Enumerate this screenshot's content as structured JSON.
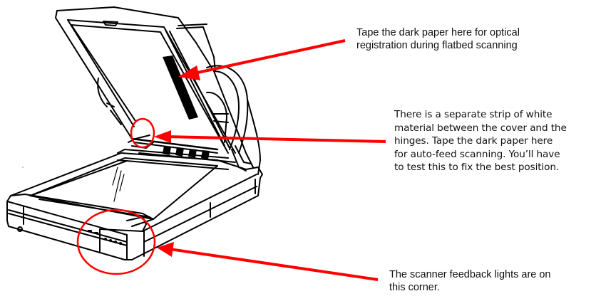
{
  "annotations": [
    {
      "id": "optical-registration",
      "lines": [
        "Tape the dark paper here for optical",
        "registration during flatbed scanning"
      ]
    },
    {
      "id": "auto-feed-strip",
      "lines": [
        "There is a separate strip of white",
        "material between the cover and the",
        "hinges. Tape the dark paper here",
        "for auto-feed scanning. You’ll have",
        "to test this to fix the best position."
      ]
    },
    {
      "id": "feedback-lights",
      "lines": [
        "The scanner feedback lights are on",
        "this corner."
      ]
    }
  ],
  "colors": {
    "annotation_red": "#ff0000",
    "line_art": "#000000",
    "background": "#ffffff"
  },
  "icons": {
    "arrow": "red-arrow",
    "highlight": "red-circle"
  }
}
